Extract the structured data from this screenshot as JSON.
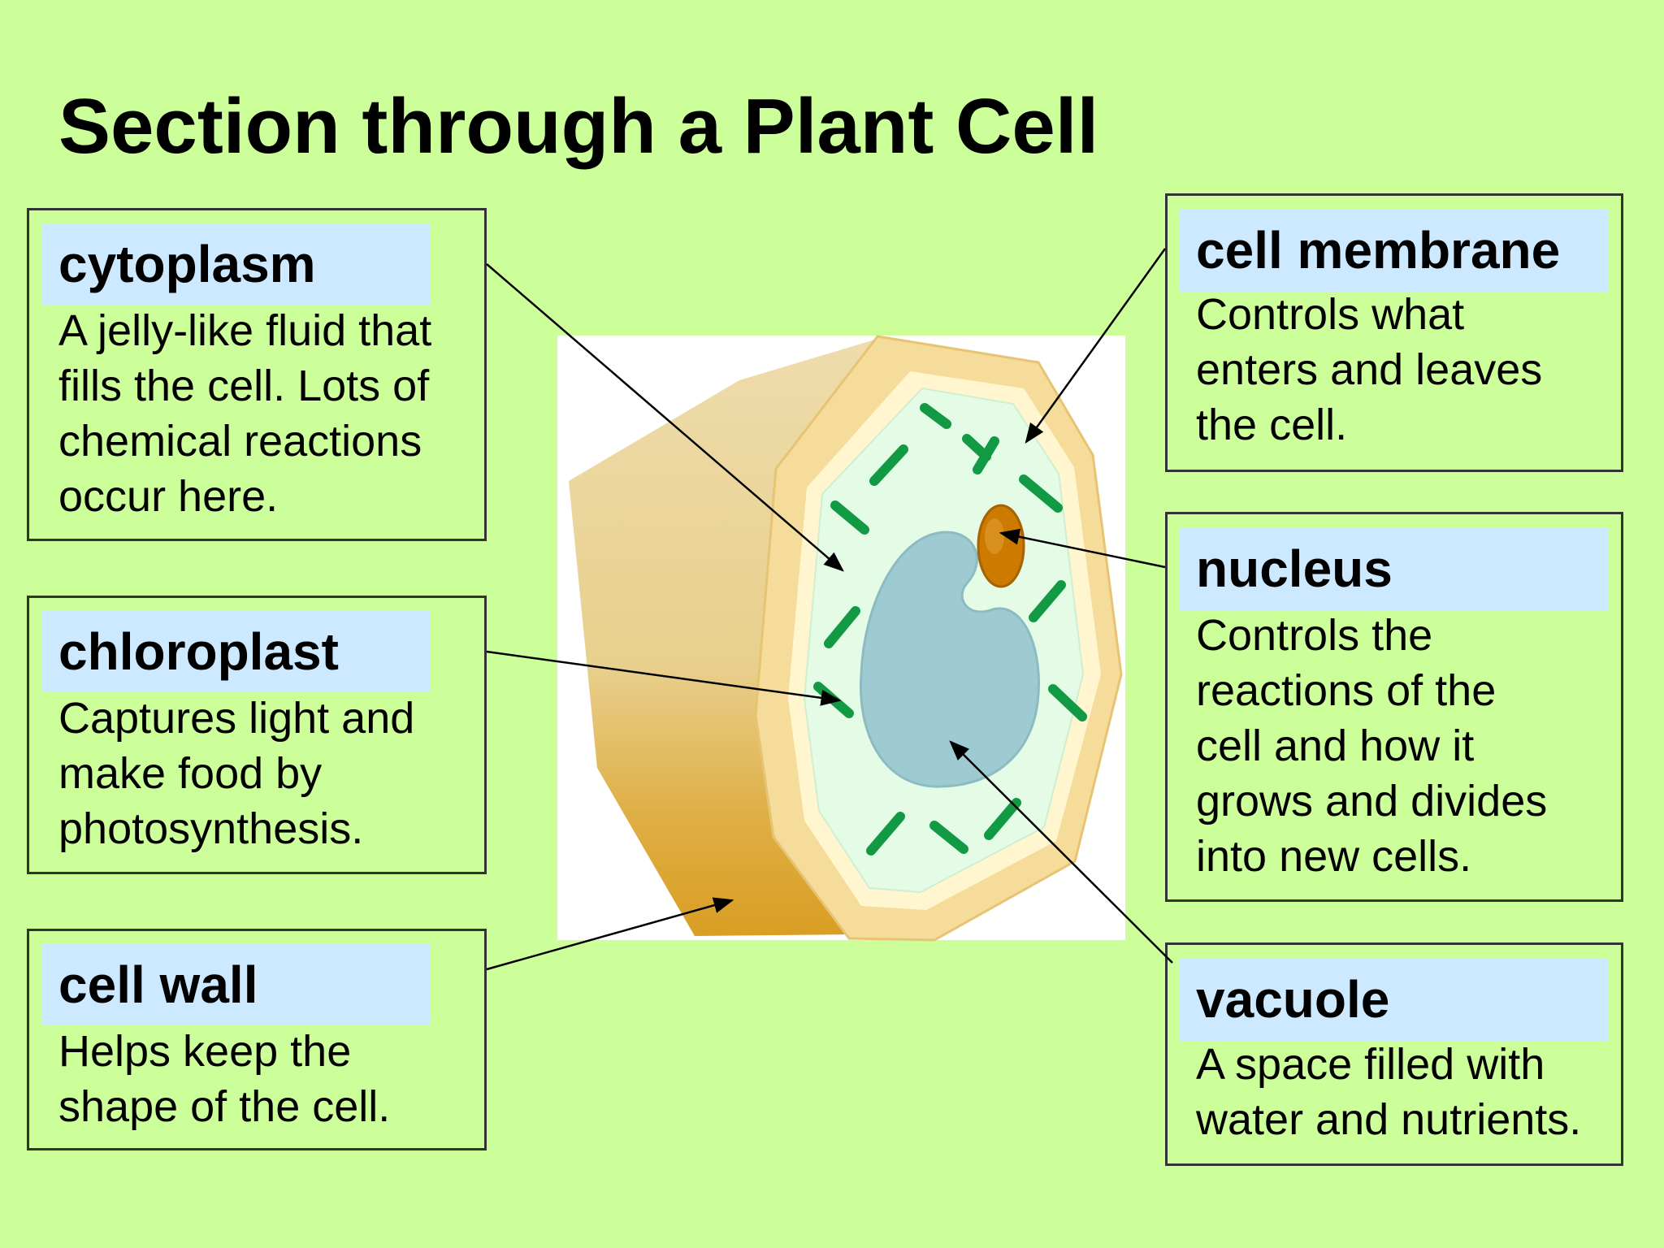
{
  "title": "Section through a Plant Cell",
  "labels": {
    "cytoplasm": {
      "heading": "cytoplasm",
      "lines": [
        "A jelly-like fluid that",
        "fills the cell. Lots of",
        "chemical reactions",
        "occur here."
      ]
    },
    "chloroplast": {
      "heading": "chloroplast",
      "lines": [
        "Captures light and",
        "make food by",
        "photosynthesis."
      ]
    },
    "cell_wall": {
      "heading": "cell wall",
      "lines": [
        "Helps keep the",
        "shape of the cell."
      ]
    },
    "cell_membrane": {
      "heading": "cell membrane",
      "lines": [
        "Controls what",
        "enters and leaves",
        "the cell."
      ]
    },
    "nucleus": {
      "heading": "nucleus",
      "lines": [
        "Controls the",
        "reactions of the",
        "cell and how it",
        "grows and divides",
        "into new cells."
      ]
    },
    "vacuole": {
      "heading": "vacuole",
      "lines": [
        "A space filled with",
        "water and nutrients."
      ]
    }
  },
  "colors": {
    "background": "#ccff99",
    "heading_bg": "#cce9ff",
    "cell_wall": "#e9c879",
    "cytoplasm": "#e4fbe6",
    "chloroplast": "#119944",
    "vacuole": "#9dcbd1",
    "nucleus": "#cc7a00"
  }
}
